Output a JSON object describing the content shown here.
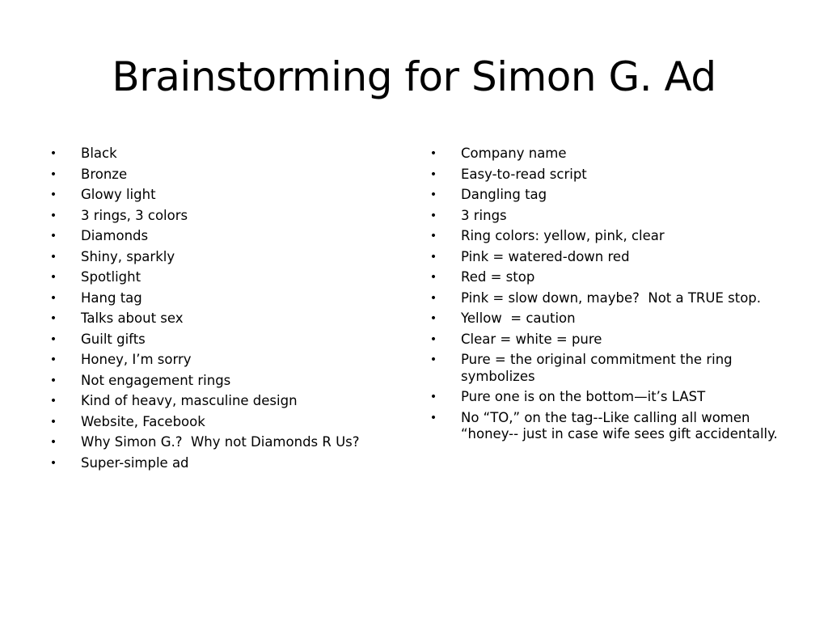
{
  "slide": {
    "title": "Brainstorming for Simon G. Ad",
    "bullet_glyph": "•",
    "left_column": [
      "Black",
      "Bronze",
      "Glowy light",
      "3 rings, 3 colors",
      "Diamonds",
      "Shiny, sparkly",
      "Spotlight",
      "Hang tag",
      "Talks about sex",
      "Guilt gifts",
      "Honey, I’m sorry",
      "Not engagement rings",
      "Kind of heavy, masculine design",
      "Website, Facebook",
      "Why Simon G.?  Why not Diamonds R Us?",
      "Super-simple ad"
    ],
    "right_column": [
      "Company name",
      "Easy-to-read script",
      "Dangling tag",
      "3 rings",
      "Ring colors: yellow, pink, clear",
      "Pink = watered-down red",
      "Red = stop",
      "Pink = slow down, maybe?  Not a TRUE stop.",
      "Yellow  = caution",
      "Clear = white = pure",
      "Pure = the original commitment the ring symbolizes",
      "Pure one is on the bottom—it’s LAST",
      "No “TO,” on the tag--Like calling all women “honey-- just in case wife sees gift accidentally."
    ]
  }
}
